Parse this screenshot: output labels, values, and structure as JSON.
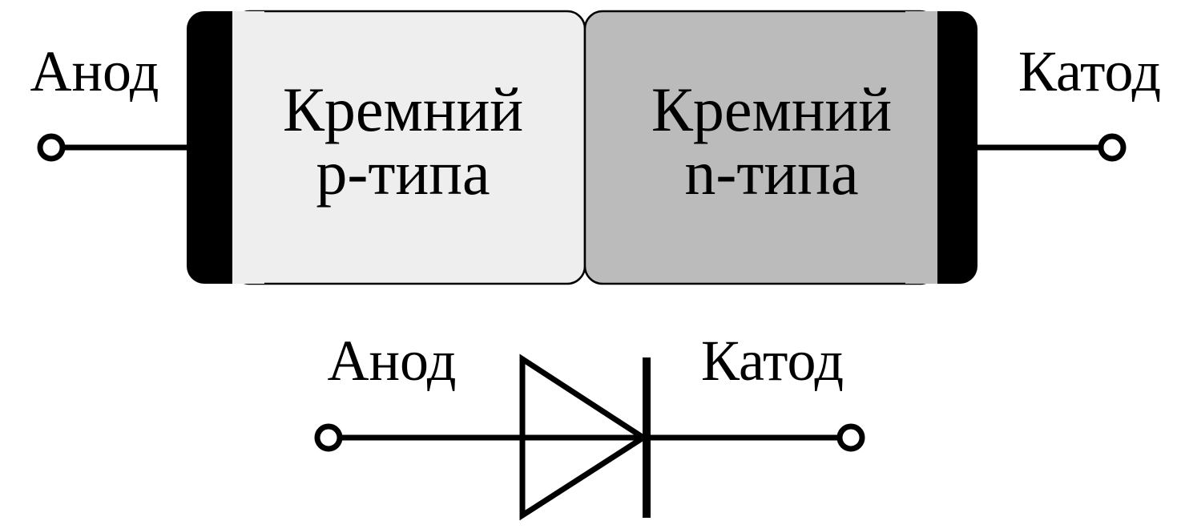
{
  "diode": {
    "anode_label": "Анод",
    "cathode_label": "Катод",
    "p_region": {
      "line1": "Кремний",
      "line2": "p-типа"
    },
    "n_region": {
      "line1": "Кремний",
      "line2": "n-типа"
    }
  },
  "symbol": {
    "anode_label": "Анод",
    "cathode_label": "Катод"
  },
  "colors": {
    "p_fill": "#eeeeee",
    "n_fill": "#bbbbbb",
    "contact": "#000000",
    "line": "#000000"
  }
}
